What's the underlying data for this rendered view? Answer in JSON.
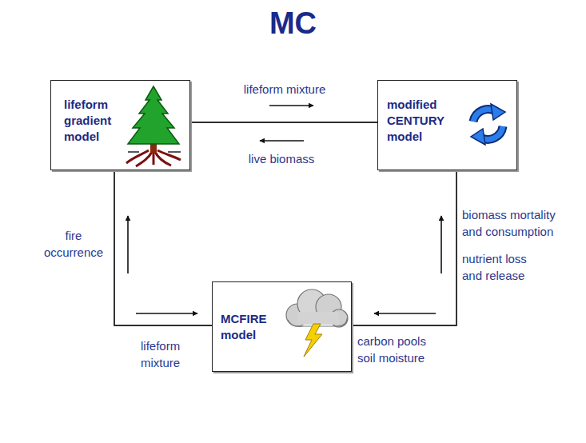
{
  "diagram": {
    "title": "MC",
    "nodes": [
      {
        "text": [
          "lifeform gradient model"
        ]
      },
      {
        "text": [
          "modified CENTURY model"
        ]
      },
      {
        "text": [
          "MCFIRE model"
        ]
      }
    ],
    "edges": [
      {
        "from": 0,
        "to": 1,
        "label": "lifeform mixture",
        "arrow": "to"
      },
      {
        "from": 1,
        "to": 0,
        "label": "live biomass",
        "arrow": "to"
      },
      {
        "from": 0,
        "to": 2,
        "label": "lifeform mixture",
        "arrow": "to"
      },
      {
        "from": 2,
        "to": 0,
        "label": "fire occurrence",
        "arrow": "to"
      },
      {
        "from": 1,
        "to": 2,
        "label": "carbon pools soil moisture",
        "arrow": "to"
      },
      {
        "from": 2,
        "to": 1,
        "label": "biomass mortality and consumption",
        "arrow": "to"
      }
    ],
    "labels": [
      "nutrient loss and release"
    ]
  }
}
